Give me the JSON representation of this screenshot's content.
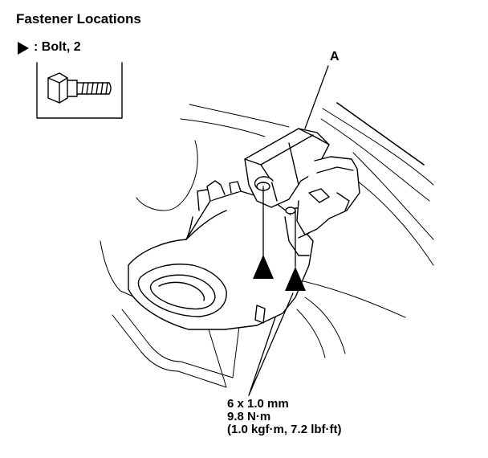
{
  "title": "Fastener Locations",
  "legend": {
    "symbol": "filled-triangle",
    "label": ": Bolt, 2"
  },
  "callout": "A",
  "spec_lines": [
    "6 x 1.0 mm",
    "9.8 N·m",
    "(1.0 kgf·m, 7.2 lbf·ft)"
  ]
}
